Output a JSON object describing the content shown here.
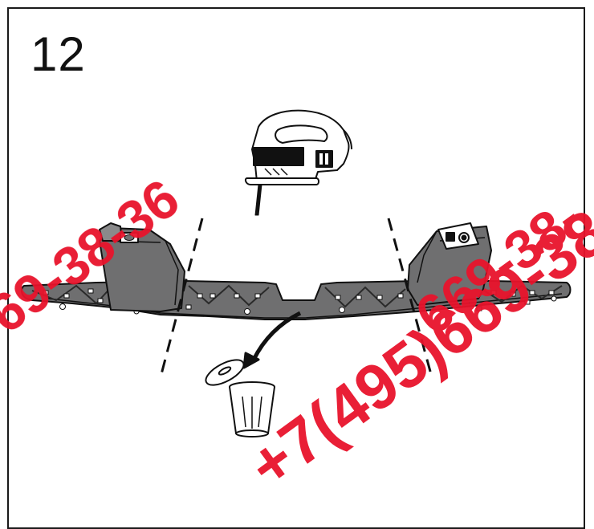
{
  "step": {
    "number": "12"
  },
  "watermark": {
    "upper_left": "69-38-36",
    "upper_right": "669-38-",
    "lower": "+7(495)669-38-",
    "color": "#e8142c"
  },
  "colors": {
    "line": "#111111",
    "part_fill": "#6f6f70",
    "part_shadow": "#555556",
    "part_light": "#8a8a8b"
  },
  "icons": {
    "jigsaw": "jigsaw-icon",
    "trash": "trash-can-icon",
    "arrow": "curved-arrow-icon",
    "cut_lines": "dashed-cut-line"
  }
}
